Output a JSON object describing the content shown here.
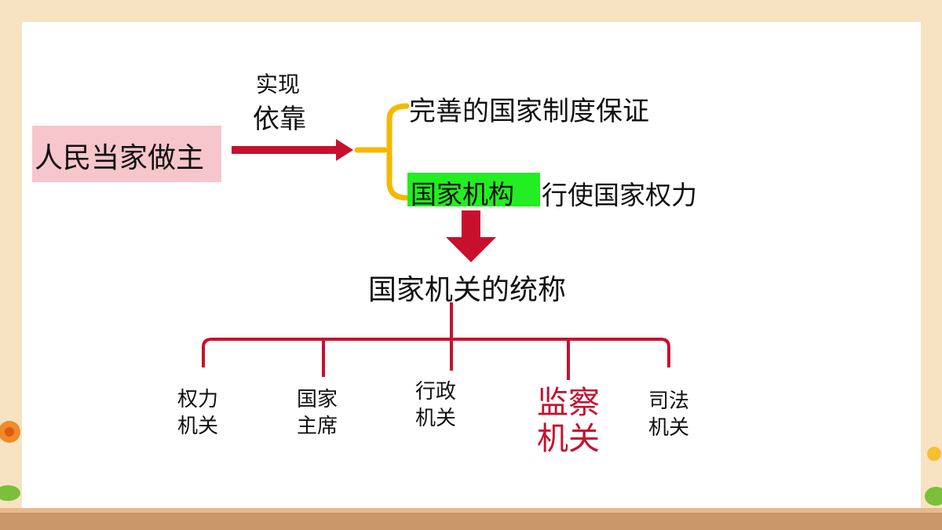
{
  "main_subject": "人民当家做主",
  "arrow_label": {
    "line1": "实现",
    "line2": "依靠"
  },
  "branch_top": "完善的国家制度保证",
  "branch_bottom_highlight": "国家机构",
  "branch_bottom_rest": "行使国家权力",
  "definition": "国家机关的统称",
  "organs": [
    {
      "line1": "权力",
      "line2": "机关"
    },
    {
      "line1": "国家",
      "line2": "主席"
    },
    {
      "line1": "行政",
      "line2": "机关"
    },
    {
      "line1": "监察",
      "line2": "机关"
    },
    {
      "line1": "司法",
      "line2": "机关"
    }
  ],
  "colors": {
    "arrow_red": "#c8102e",
    "bracket_orange": "#f5b800",
    "highlight_green": "#22ee22",
    "box_pink": "#f7c6cc",
    "emphasis_red": "#c8102e"
  }
}
